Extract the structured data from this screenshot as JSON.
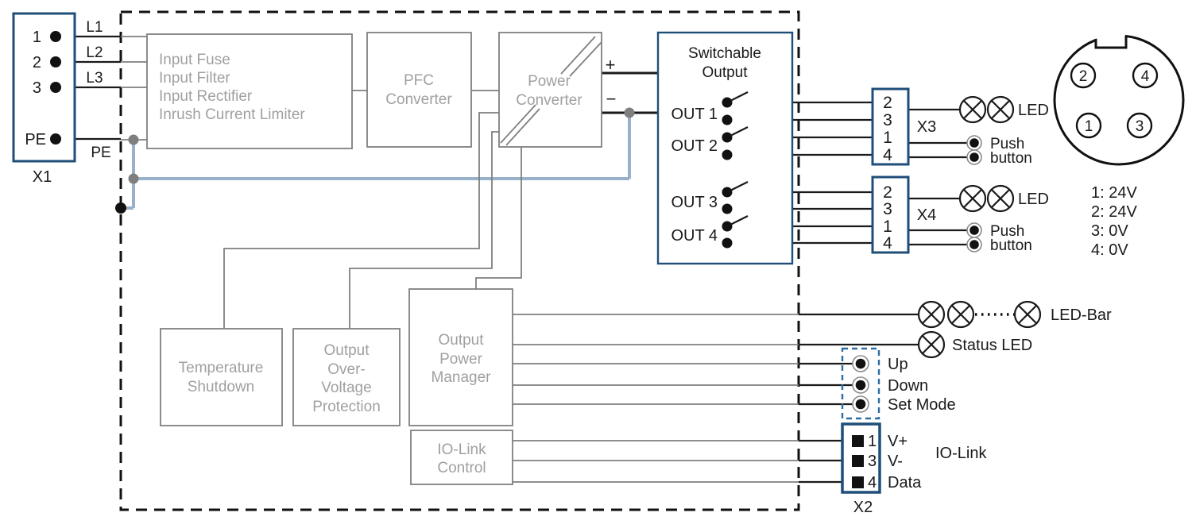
{
  "colors": {
    "accent_blue": "#1f4e79",
    "dashed_blue": "#2e6da4",
    "pe_bus_blue": "#97b1ca",
    "block_gray": "#7f7f7f",
    "block_text_gray": "#a0a0a0",
    "ink": "#1a1a1a"
  },
  "x1": {
    "label": "X1",
    "pin1": "1",
    "pin2": "2",
    "pin3": "3",
    "pin_pe": "PE",
    "l1": "L1",
    "l2": "L2",
    "l3": "L3",
    "pe_wire": "PE"
  },
  "input_block": {
    "line1": "Input Fuse",
    "line2": "Input Filter",
    "line3": "Input Rectifier",
    "line4": "Inrush Current Limiter"
  },
  "pfc_block": {
    "line1": "PFC",
    "line2": "Converter"
  },
  "power_block": {
    "line1": "Power",
    "line2": "Converter"
  },
  "polarity": {
    "plus": "+",
    "minus": "−"
  },
  "switchable_output": {
    "title1": "Switchable",
    "title2": "Output",
    "out1": "OUT 1",
    "out2": "OUT 2",
    "out3": "OUT 3",
    "out4": "OUT 4"
  },
  "temp_block": {
    "line1": "Temperature",
    "line2": "Shutdown"
  },
  "ovp_block": {
    "line1": "Output",
    "line2": "Over-",
    "line3": "Voltage",
    "line4": "Protection"
  },
  "opm_block": {
    "line1": "Output",
    "line2": "Power",
    "line3": "Manager"
  },
  "iolink_block": {
    "line1": "IO-Link",
    "line2": "Control"
  },
  "x3": {
    "label": "X3",
    "pin_a": "2",
    "pin_b": "3",
    "pin_c": "1",
    "pin_d": "4",
    "led": "LED",
    "push1": "Push",
    "push2": "button"
  },
  "x4": {
    "label": "X4",
    "pin_a": "2",
    "pin_b": "3",
    "pin_c": "1",
    "pin_d": "4",
    "led": "LED",
    "push1": "Push",
    "push2": "button"
  },
  "connector": {
    "p2": "2",
    "p4": "4",
    "p1": "1",
    "p3": "3",
    "legend1": "1: 24V",
    "legend2": "2: 24V",
    "legend3": "3: 0V",
    "legend4": "4: 0V"
  },
  "indicators": {
    "led_bar": "LED-Bar",
    "status_led": "Status LED"
  },
  "controls": {
    "up": "Up",
    "down": "Down",
    "set_mode": "Set Mode"
  },
  "x2": {
    "label": "X2",
    "pin1": "1",
    "pin3": "3",
    "pin4": "4",
    "v_plus": "V+",
    "v_minus": "V-",
    "data": "Data",
    "protocol": "IO-Link"
  }
}
